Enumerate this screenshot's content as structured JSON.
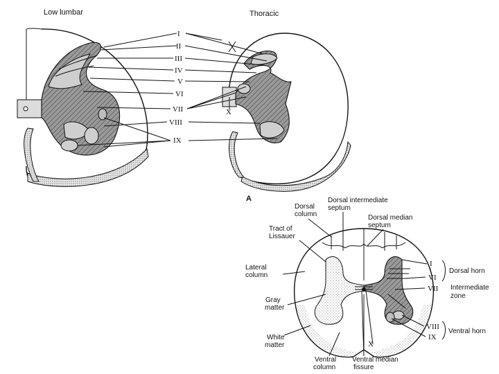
{
  "top": {
    "left_title": "Low lumbar",
    "right_title": "Thoracic",
    "laminae": [
      "I",
      "II",
      "III",
      "IV",
      "V",
      "VI",
      "VII",
      "VIII",
      "IX"
    ],
    "lamina_x": "X"
  },
  "bottom": {
    "panel_label": "A",
    "dorsal_intermediate_septum": [
      "Dorsal intermediate",
      "septum"
    ],
    "dorsal_column": [
      "Dorsal",
      "column"
    ],
    "dorsal_median_septum": [
      "Dorsal median",
      "septum"
    ],
    "tract_of_lissauer": [
      "Tract of",
      "Lissauer"
    ],
    "lateral_column": [
      "Lateral",
      "column"
    ],
    "gray_matter": [
      "Gray",
      "matter"
    ],
    "white_matter": [
      "White",
      "matter"
    ],
    "ventral_column": [
      "Ventral",
      "column"
    ],
    "ventral_median_fissure": [
      "Ventral median",
      "fissure"
    ],
    "laminae": [
      "I",
      "VI",
      "VII",
      "VIII",
      "IX",
      "X"
    ],
    "dorsal_horn": "Dorsal horn",
    "intermediate_zone": [
      "Intermediate",
      "zone"
    ],
    "ventral_horn": "Ventral horn"
  }
}
